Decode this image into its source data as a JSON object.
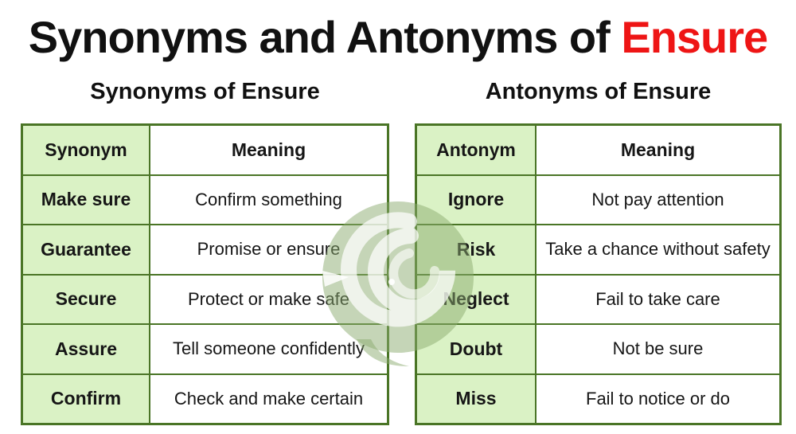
{
  "title": {
    "prefix": "Synonyms and Antonyms of ",
    "highlight": "Ensure"
  },
  "colors": {
    "highlight_red": "#ee1515",
    "cell_green": "#daf2c5",
    "border_green": "#4a7526",
    "watermark_green": "#8bab70",
    "text_black": "#161616"
  },
  "synonyms_table": {
    "heading": "Synonyms of Ensure",
    "columns": {
      "word": "Synonym",
      "meaning": "Meaning"
    },
    "rows": [
      {
        "word": "Make sure",
        "meaning": "Confirm something"
      },
      {
        "word": "Guarantee",
        "meaning": "Promise or ensure"
      },
      {
        "word": "Secure",
        "meaning": "Protect or make safe"
      },
      {
        "word": "Assure",
        "meaning": "Tell someone confidently"
      },
      {
        "word": "Confirm",
        "meaning": "Check and make certain"
      }
    ]
  },
  "antonyms_table": {
    "heading": "Antonyms of Ensure",
    "columns": {
      "word": "Antonym",
      "meaning": "Meaning"
    },
    "rows": [
      {
        "word": "Ignore",
        "meaning": "Not pay attention"
      },
      {
        "word": "Risk",
        "meaning": "Take a chance without safety"
      },
      {
        "word": "Neglect",
        "meaning": "Fail to take care"
      },
      {
        "word": "Doubt",
        "meaning": "Not be sure"
      },
      {
        "word": "Miss",
        "meaning": "Fail to notice or do"
      }
    ]
  },
  "watermark": {
    "icon": "kiwi-bird-logo-watermark"
  }
}
